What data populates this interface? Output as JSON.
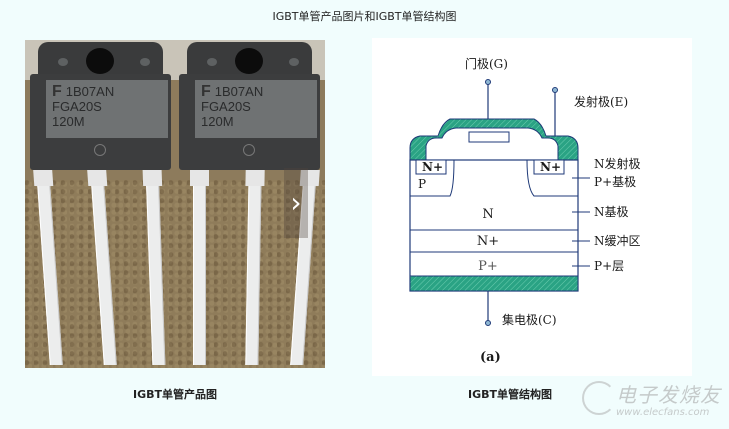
{
  "page": {
    "title": "IGBT单管产品图片和IGBT单管结构图"
  },
  "product_photo": {
    "caption": "IGBT单管产品图",
    "next_arrow": "›",
    "chips": [
      {
        "line1": "1B07AN",
        "line2": "FGA20S",
        "line3": "120M",
        "logo": "F"
      },
      {
        "line1": "1B07AN",
        "line2": "FGA20S",
        "line3": "120M",
        "logo": "F"
      }
    ]
  },
  "structure_diagram": {
    "caption": "IGBT单管结构图",
    "figure_label": "(a)",
    "terminals": {
      "gate": "门极(G)",
      "emitter": "发射极(E)",
      "collector": "集电极(C)"
    },
    "regions": {
      "n_plus_left": "N+",
      "n_plus_right": "N+",
      "p_body": "P",
      "n_base": "N",
      "n_buffer": "N+",
      "p_layer": "P+"
    },
    "side_labels": [
      "N发射极",
      "P+基极",
      "N基极",
      "N缓冲区",
      "P+层"
    ],
    "colors": {
      "metal": "#2aa384",
      "outline": "#1f3a78",
      "fill": "#ffffff"
    }
  },
  "watermark": {
    "text": "电子发烧友",
    "url": "www.elecfans.com"
  }
}
